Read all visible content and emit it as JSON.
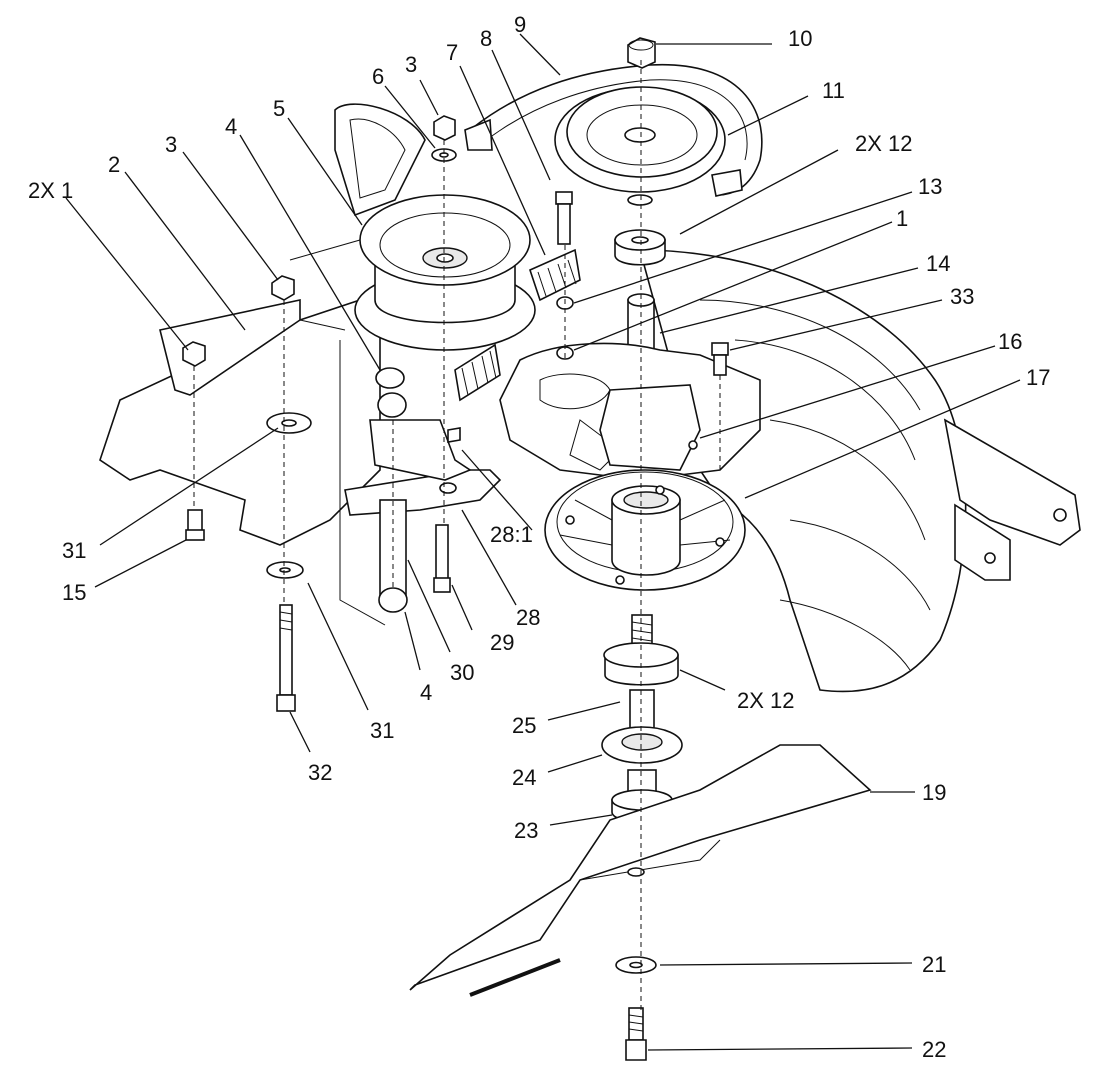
{
  "callouts": [
    {
      "id": "c1",
      "text": "2X 1"
    },
    {
      "id": "c2",
      "text": "2"
    },
    {
      "id": "c3a",
      "text": "3"
    },
    {
      "id": "c4a",
      "text": "4"
    },
    {
      "id": "c5",
      "text": "5"
    },
    {
      "id": "c6",
      "text": "6"
    },
    {
      "id": "c3b",
      "text": "3"
    },
    {
      "id": "c7",
      "text": "7"
    },
    {
      "id": "c8",
      "text": "8"
    },
    {
      "id": "c9",
      "text": "9"
    },
    {
      "id": "c10",
      "text": "10"
    },
    {
      "id": "c11",
      "text": "11"
    },
    {
      "id": "c12a",
      "text": "2X 12"
    },
    {
      "id": "c13",
      "text": "13"
    },
    {
      "id": "c1b",
      "text": "1"
    },
    {
      "id": "c14",
      "text": "14"
    },
    {
      "id": "c33",
      "text": "33"
    },
    {
      "id": "c16",
      "text": "16"
    },
    {
      "id": "c17",
      "text": "17"
    },
    {
      "id": "c31a",
      "text": "31"
    },
    {
      "id": "c15",
      "text": "15"
    },
    {
      "id": "c28b",
      "text": "28:1"
    },
    {
      "id": "c28",
      "text": "28"
    },
    {
      "id": "c29",
      "text": "29"
    },
    {
      "id": "c30",
      "text": "30"
    },
    {
      "id": "c4b",
      "text": "4"
    },
    {
      "id": "c31b",
      "text": "31"
    },
    {
      "id": "c32",
      "text": "32"
    },
    {
      "id": "c12b",
      "text": "2X 12"
    },
    {
      "id": "c25",
      "text": "25"
    },
    {
      "id": "c24",
      "text": "24"
    },
    {
      "id": "c23",
      "text": "23"
    },
    {
      "id": "c19",
      "text": "19"
    },
    {
      "id": "c21",
      "text": "21"
    },
    {
      "id": "c22",
      "text": "22"
    }
  ]
}
